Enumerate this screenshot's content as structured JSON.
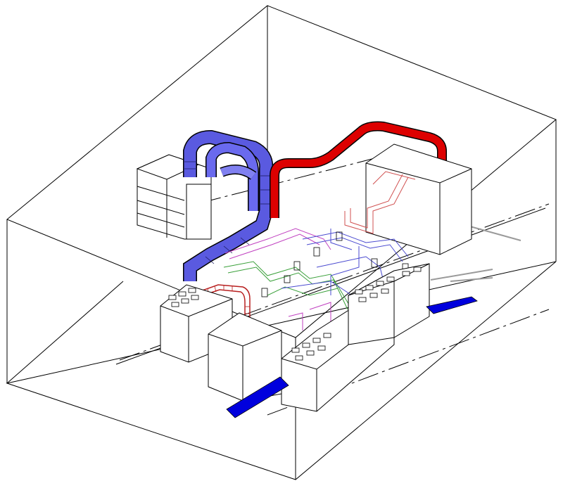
{
  "diagram": {
    "kind": "isometric-facility-layout",
    "labels": [],
    "colors": {
      "background": "#ffffff",
      "room_outline": "#000000",
      "equipment_fill": "#ffffff",
      "equipment_stroke": "#000000",
      "supply_duct": "#d40000",
      "return_duct": "#5050e0",
      "floor_arrow": "#0000dd",
      "cable_tray_red": "#b82020",
      "pipe_green": "#3aa03a",
      "pipe_magenta": "#c040c0",
      "pipe_blue": "#4a4ad0",
      "pipe_pink": "#d05050",
      "centerline": "#000000",
      "rail_gray": "#9a9a9a"
    },
    "components": [
      {
        "id": "room-enclosure",
        "icon": "wireframe-box"
      },
      {
        "id": "air-handling-unit",
        "icon": "stacked-cabinet"
      },
      {
        "id": "return-air-duct",
        "icon": "duct-blue"
      },
      {
        "id": "supply-air-duct",
        "icon": "duct-red"
      },
      {
        "id": "equipment-room-right",
        "icon": "box"
      },
      {
        "id": "rack-row-left",
        "icon": "rack-cabinet"
      },
      {
        "id": "rack-row-center",
        "icon": "rack-cabinet"
      },
      {
        "id": "rack-row-front",
        "icon": "rack-cabinet"
      },
      {
        "id": "rack-row-right",
        "icon": "rack-cabinet"
      },
      {
        "id": "cable-tray-overhead",
        "icon": "cable-tray"
      },
      {
        "id": "piping-network",
        "icon": "pipes"
      },
      {
        "id": "floor-supply-arrow-front",
        "icon": "arrow"
      },
      {
        "id": "floor-supply-arrow-right",
        "icon": "arrow"
      }
    ]
  }
}
